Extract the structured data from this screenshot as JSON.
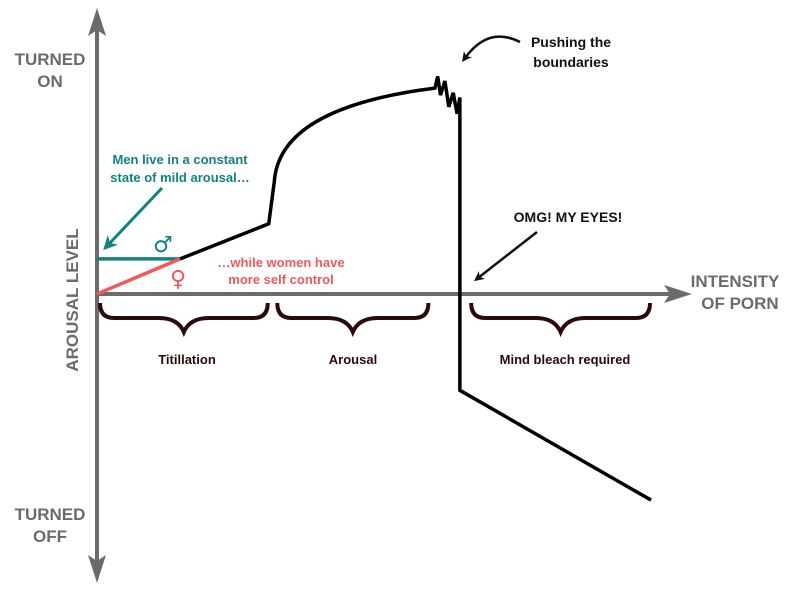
{
  "chart_data": {
    "type": "line",
    "title": "",
    "xlabel": [
      "INTENSITY",
      "OF PORN"
    ],
    "ylabel": "AROUSAL LEVEL",
    "y_top_label": [
      "TURNED",
      "ON"
    ],
    "y_bottom_label": [
      "TURNED",
      "OFF"
    ],
    "xlim": [
      0,
      100
    ],
    "ylim": [
      -100,
      100
    ],
    "grid": false,
    "legend": "none",
    "colors": {
      "axis": "#6b6b6b",
      "main_curve": "#000000",
      "men": "#11837f",
      "women": "#ef5a5a",
      "brace": "#2a0b0b"
    },
    "series": [
      {
        "name": "men",
        "symbol": "♂",
        "color": "#11837f",
        "points": [
          [
            0,
            15
          ],
          [
            15,
            15
          ]
        ]
      },
      {
        "name": "women",
        "symbol": "♀",
        "color": "#ef5a5a",
        "points": [
          [
            0,
            0
          ],
          [
            15,
            15
          ]
        ]
      },
      {
        "name": "combined",
        "color": "#000000",
        "points": [
          [
            15,
            15
          ],
          [
            31,
            30
          ],
          [
            32,
            48
          ],
          [
            34,
            62
          ],
          [
            38,
            74
          ],
          [
            44,
            82
          ],
          [
            52,
            86
          ],
          [
            61,
            88
          ],
          [
            61.5,
            93
          ],
          [
            62,
            85
          ],
          [
            62.8,
            91
          ],
          [
            63.5,
            80
          ],
          [
            64.3,
            86
          ],
          [
            65,
            77
          ],
          [
            65.5,
            84
          ],
          [
            65.5,
            -43
          ],
          [
            100,
            -92
          ]
        ]
      }
    ],
    "regions": [
      {
        "label": "Titillation",
        "x_range": [
          0,
          31
        ]
      },
      {
        "label": "Arousal",
        "x_range": [
          32,
          60
        ]
      },
      {
        "label": "Mind bleach required",
        "x_range": [
          67,
          100
        ]
      }
    ],
    "annotations": [
      {
        "name": "men-note",
        "lines": [
          "Men live in a constant",
          "state of mild arousal…"
        ],
        "color": "#11837f",
        "points_to": [
          2,
          16
        ]
      },
      {
        "name": "women-note",
        "lines": [
          "…while women have",
          "more self control"
        ],
        "color": "#ef5a5a"
      },
      {
        "name": "pushing-note",
        "lines": [
          "Pushing the",
          "boundaries"
        ],
        "color": "#111111",
        "points_to": [
          66,
          87
        ]
      },
      {
        "name": "omg-note",
        "lines": [
          "OMG! MY EYES!"
        ],
        "color": "#111111",
        "points_to": [
          66,
          2
        ]
      }
    ]
  }
}
